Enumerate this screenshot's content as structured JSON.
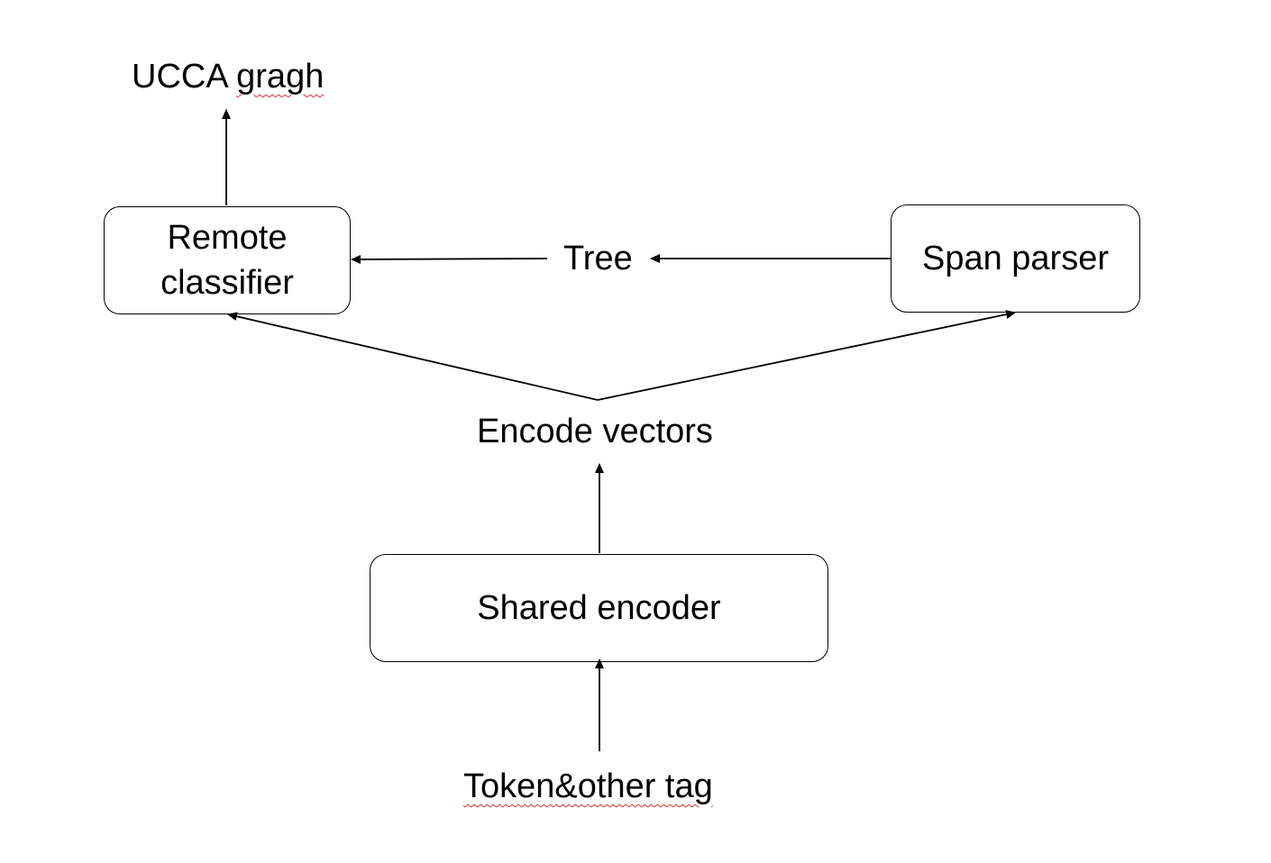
{
  "nodes": {
    "ucca_graph": "UCCA gragh",
    "remote_classifier": "Remote\nclassifier",
    "tree": "Tree",
    "span_parser": "Span parser",
    "encode_vectors": "Encode vectors",
    "shared_encoder": "Shared encoder",
    "token_tag": "Token&other tag"
  },
  "colors": {
    "stroke": "#000000",
    "spellcheck_underline": "#e03030"
  }
}
